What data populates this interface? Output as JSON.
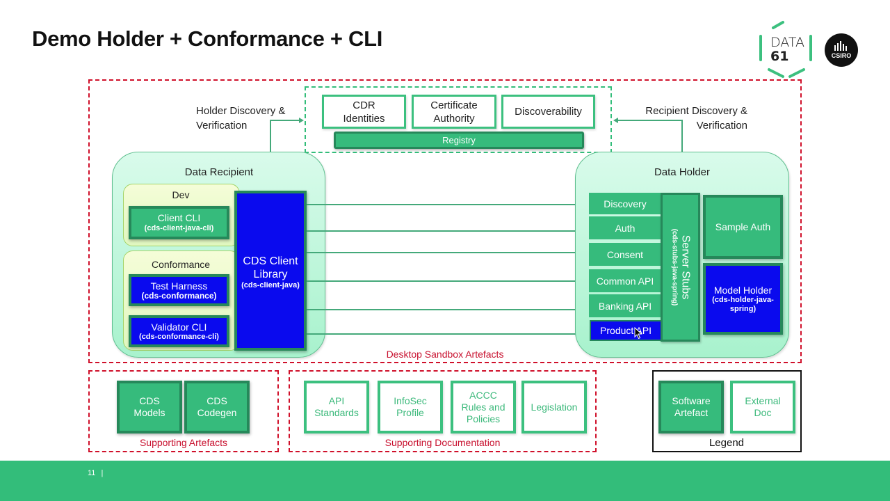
{
  "slide": {
    "title": "Demo Holder + Conformance + CLI",
    "page_number": "11",
    "page_separator": "|"
  },
  "logos": {
    "data61": {
      "line1": "DATA",
      "line2": "61"
    },
    "csiro": {
      "text": "CSIRO"
    }
  },
  "registry": {
    "boxes": [
      "CDR\nIdentities",
      "Certificate\nAuthority",
      "Discoverability"
    ],
    "box_cdr": "CDR",
    "box_cdr_2": "Identities",
    "box_ca": "Certificate",
    "box_ca_2": "Authority",
    "box_disc": "Discoverability",
    "bar_label": "Registry"
  },
  "flows": {
    "holder_discovery_1": "Holder Discovery &",
    "holder_discovery_2": "Verification",
    "recipient_discovery_1": "Recipient Discovery &",
    "recipient_discovery_2": "Verification"
  },
  "data_recipient": {
    "title": "Data Recipient",
    "dev": {
      "title": "Dev",
      "client_cli": {
        "name": "Client CLI",
        "repo": "(cds-client-java-cli)"
      }
    },
    "conformance": {
      "title": "Conformance",
      "test_harness": {
        "name": "Test Harness",
        "repo": "(cds-conformance)"
      },
      "validator_cli": {
        "name": "Validator CLI",
        "repo": "(cds-conformance-cli)"
      }
    },
    "client_library": {
      "name_1": "CDS Client",
      "name_2": "Library",
      "repo": "(cds-client-java)"
    }
  },
  "data_holder": {
    "title": "Data Holder",
    "apis": [
      "Discovery",
      "Auth",
      "Consent",
      "Common API",
      "Banking API",
      "Product API"
    ],
    "server_stubs": {
      "name": "Server Stubs",
      "repo": "(cds-stubs-java-spring)"
    },
    "sample_auth": "Sample Auth",
    "model_holder": {
      "name": "Model Holder",
      "repo_1": "(cds-holder-java-",
      "repo_2": "spring)"
    }
  },
  "sandbox_caption": "Desktop Sandbox Artefacts",
  "supporting_artefacts": {
    "caption": "Supporting Artefacts",
    "items": [
      {
        "l1": "CDS",
        "l2": "Models"
      },
      {
        "l1": "CDS",
        "l2": "Codegen"
      }
    ]
  },
  "supporting_documentation": {
    "caption": "Supporting Documentation",
    "items": [
      {
        "l1": "API",
        "l2": "Standards",
        "l3": ""
      },
      {
        "l1": "InfoSec",
        "l2": "Profile",
        "l3": ""
      },
      {
        "l1": "ACCC",
        "l2": "Rules and",
        "l3": "Policies"
      },
      {
        "l1": "Legislation",
        "l2": "",
        "l3": ""
      }
    ]
  },
  "legend": {
    "caption": "Legend",
    "software": {
      "l1": "Software",
      "l2": "Artefact"
    },
    "external": {
      "l1": "External",
      "l2": "Doc"
    }
  },
  "colors": {
    "brand_green": "#33bd7a",
    "dark_green": "#26885a",
    "component_blue": "#0a0aee",
    "boundary_red": "#d0102a"
  }
}
